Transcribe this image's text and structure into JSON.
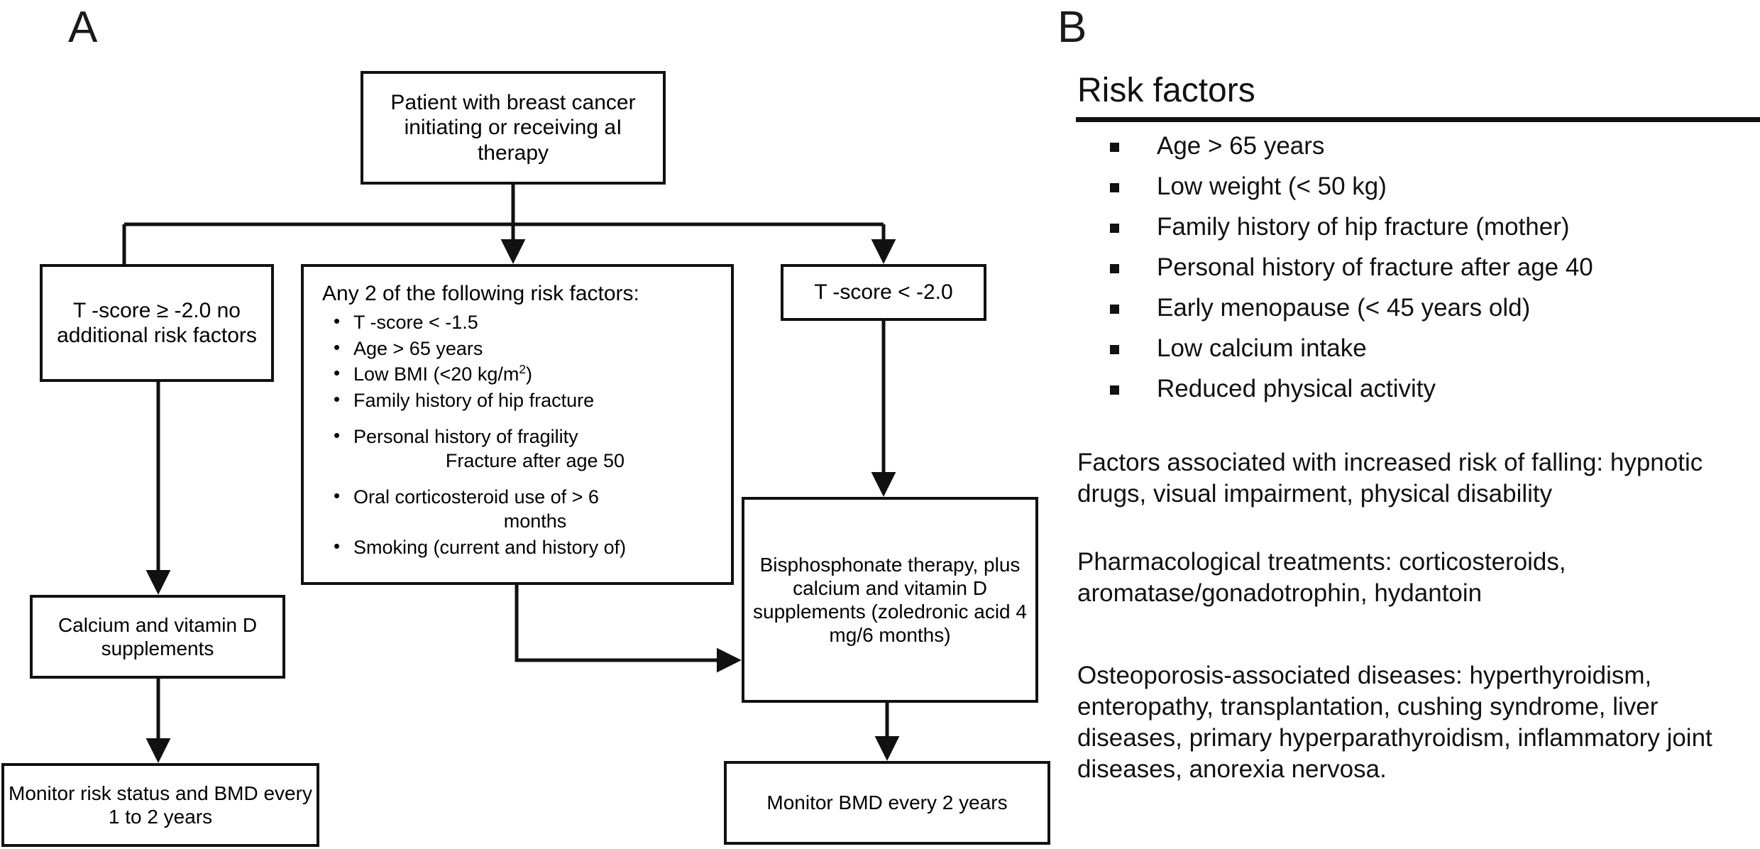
{
  "panels": {
    "a_label": "A",
    "b_label": "B"
  },
  "flowchart": {
    "nodes": {
      "top": "Patient with breast cancer initiating or receiving aI therapy",
      "left_branch": "T -score ≥ -2.0 no additional risk factors",
      "risk_box_heading": "Any 2 of the following risk factors:",
      "right_branch": "T -score < -2.0",
      "calcium": "Calcium and vitamin D supplements",
      "bisphosphonate": "Bisphosphonate therapy, plus calcium and vitamin D supplements (zoledronic acid 4 mg/6 months)",
      "monitor_left": "Monitor risk status and BMD every 1 to 2 years",
      "monitor_right": "Monitor BMD every 2 years"
    },
    "risk_bullets": [
      "T -score < -1.5",
      "Age > 65 years",
      "Low BMI (<20 kg/m",
      "Family history of hip fracture",
      "Personal history of fragility",
      "Fracture after age 50",
      "Oral corticosteroid use of > 6",
      "months",
      "Smoking (current and history of)"
    ],
    "bmi_superscript": "2",
    "bmi_tail": ")"
  },
  "risk_factors_panel": {
    "title": "Risk factors",
    "bullets": [
      "Age > 65 years",
      "Low weight (< 50 kg)",
      "Family history of hip fracture (mother)",
      "Personal history of fracture after age 40",
      "Early menopause (< 45 years old)",
      "Low calcium intake",
      "Reduced physical activity"
    ],
    "paragraphs": [
      "Factors associated with increased risk of falling: hypnotic drugs, visual impairment, physical disability",
      "Pharmacological treatments: corticosteroids, aromatase/gonadotrophin, hydantoin",
      "Osteoporosis-associated diseases: hyperthyroidism, enteropathy, transplantation, cushing syndrome, liver diseases, primary hyperparathyroidism, inflammatory joint diseases, anorexia nervosa."
    ]
  },
  "colors": {
    "stroke": "#111111",
    "background": "#ffffff",
    "text": "#000000"
  }
}
